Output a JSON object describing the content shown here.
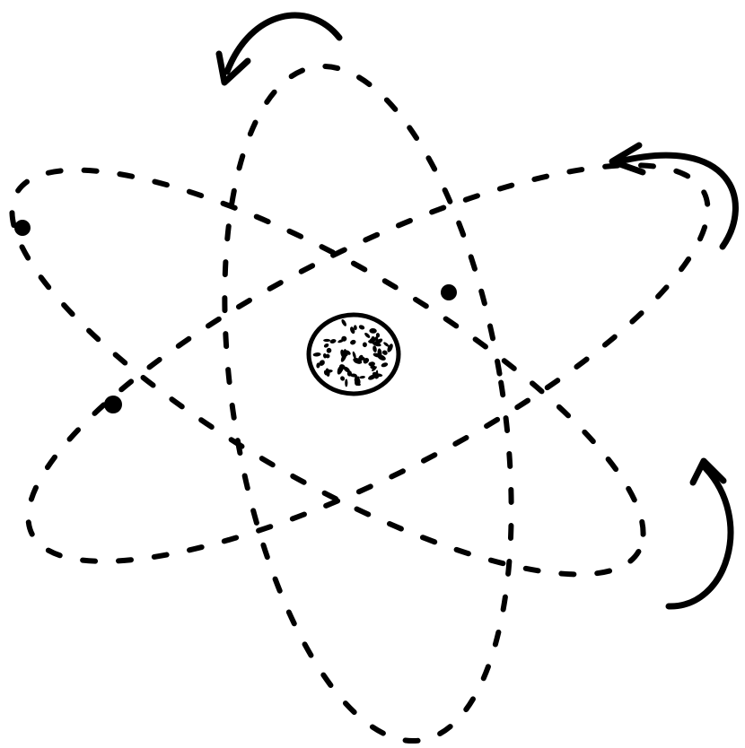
{
  "diagram": {
    "subject": "atom",
    "style": "hand-drawn sketch",
    "background_color": "#ffffff",
    "ink_color": "#000000",
    "orbit_count": 3,
    "electron_count": 3,
    "rotation_arrow_count": 3,
    "orbit_line_style": "dashed",
    "nucleus_fill_pattern": "stippled"
  }
}
